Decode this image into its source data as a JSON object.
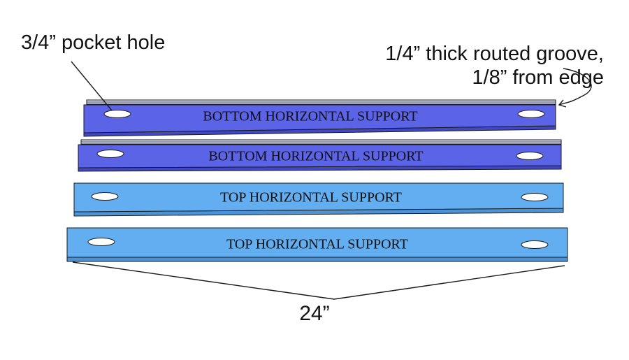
{
  "annotations": {
    "pocket_hole": "3/4” pocket hole",
    "groove_line1": "1/4” thick routed groove,",
    "groove_line2": "1/8” from edge",
    "length": "24”"
  },
  "boards": [
    {
      "label": "BOTTOM HORIZONTAL SUPPORT",
      "kind": "bottom",
      "groove": true
    },
    {
      "label": "BOTTOM HORIZONTAL SUPPORT",
      "kind": "bottom",
      "groove": true
    },
    {
      "label": "TOP HORIZONTAL SUPPORT",
      "kind": "top",
      "groove": false
    },
    {
      "label": "TOP HORIZONTAL SUPPORT",
      "kind": "top",
      "groove": false
    }
  ],
  "colors": {
    "bottom_face": "#5b63e6",
    "bottom_side": "#4048c4",
    "top_face": "#62aef0",
    "top_side": "#4b93d6",
    "outline": "#1a1a1a",
    "hole": "#ffffff",
    "groove": "#d8dcf2"
  }
}
